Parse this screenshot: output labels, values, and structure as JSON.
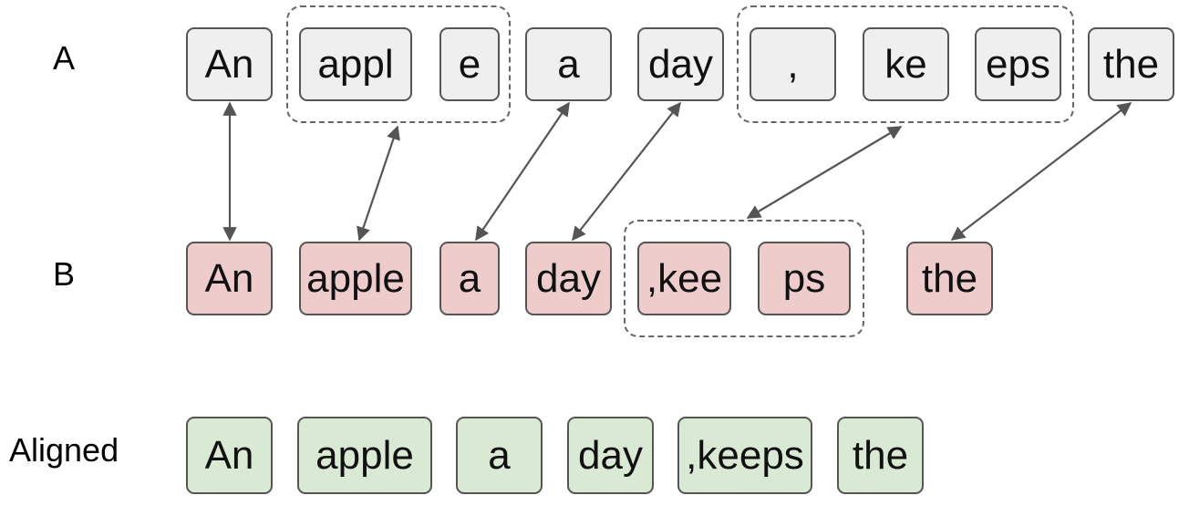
{
  "labels": {
    "row_a": "A",
    "row_b": "B",
    "row_aligned": "Aligned"
  },
  "row_a_tokens": [
    "An",
    "appl",
    "e",
    "a",
    "day",
    ",",
    "ke",
    "eps",
    "the"
  ],
  "row_b_tokens": [
    "An",
    "apple",
    "a",
    "day",
    ",kee",
    "ps",
    "the"
  ],
  "aligned_tokens": [
    "An",
    "apple",
    "a",
    "day",
    ",keeps",
    "the"
  ],
  "alignments": [
    {
      "a": [
        0
      ],
      "b": [
        0
      ]
    },
    {
      "a": [
        1,
        2
      ],
      "b": [
        1
      ]
    },
    {
      "a": [
        3
      ],
      "b": [
        2
      ]
    },
    {
      "a": [
        4
      ],
      "b": [
        3
      ]
    },
    {
      "a": [
        5,
        6,
        7
      ],
      "b": [
        4,
        5
      ]
    },
    {
      "a": [
        8
      ],
      "b": [
        6
      ]
    }
  ],
  "colors": {
    "row_a_fill": "#efefef",
    "row_b_fill": "#efcccc",
    "aligned_fill": "#d9e9d3",
    "border": "#555555",
    "arrow": "#555555"
  }
}
